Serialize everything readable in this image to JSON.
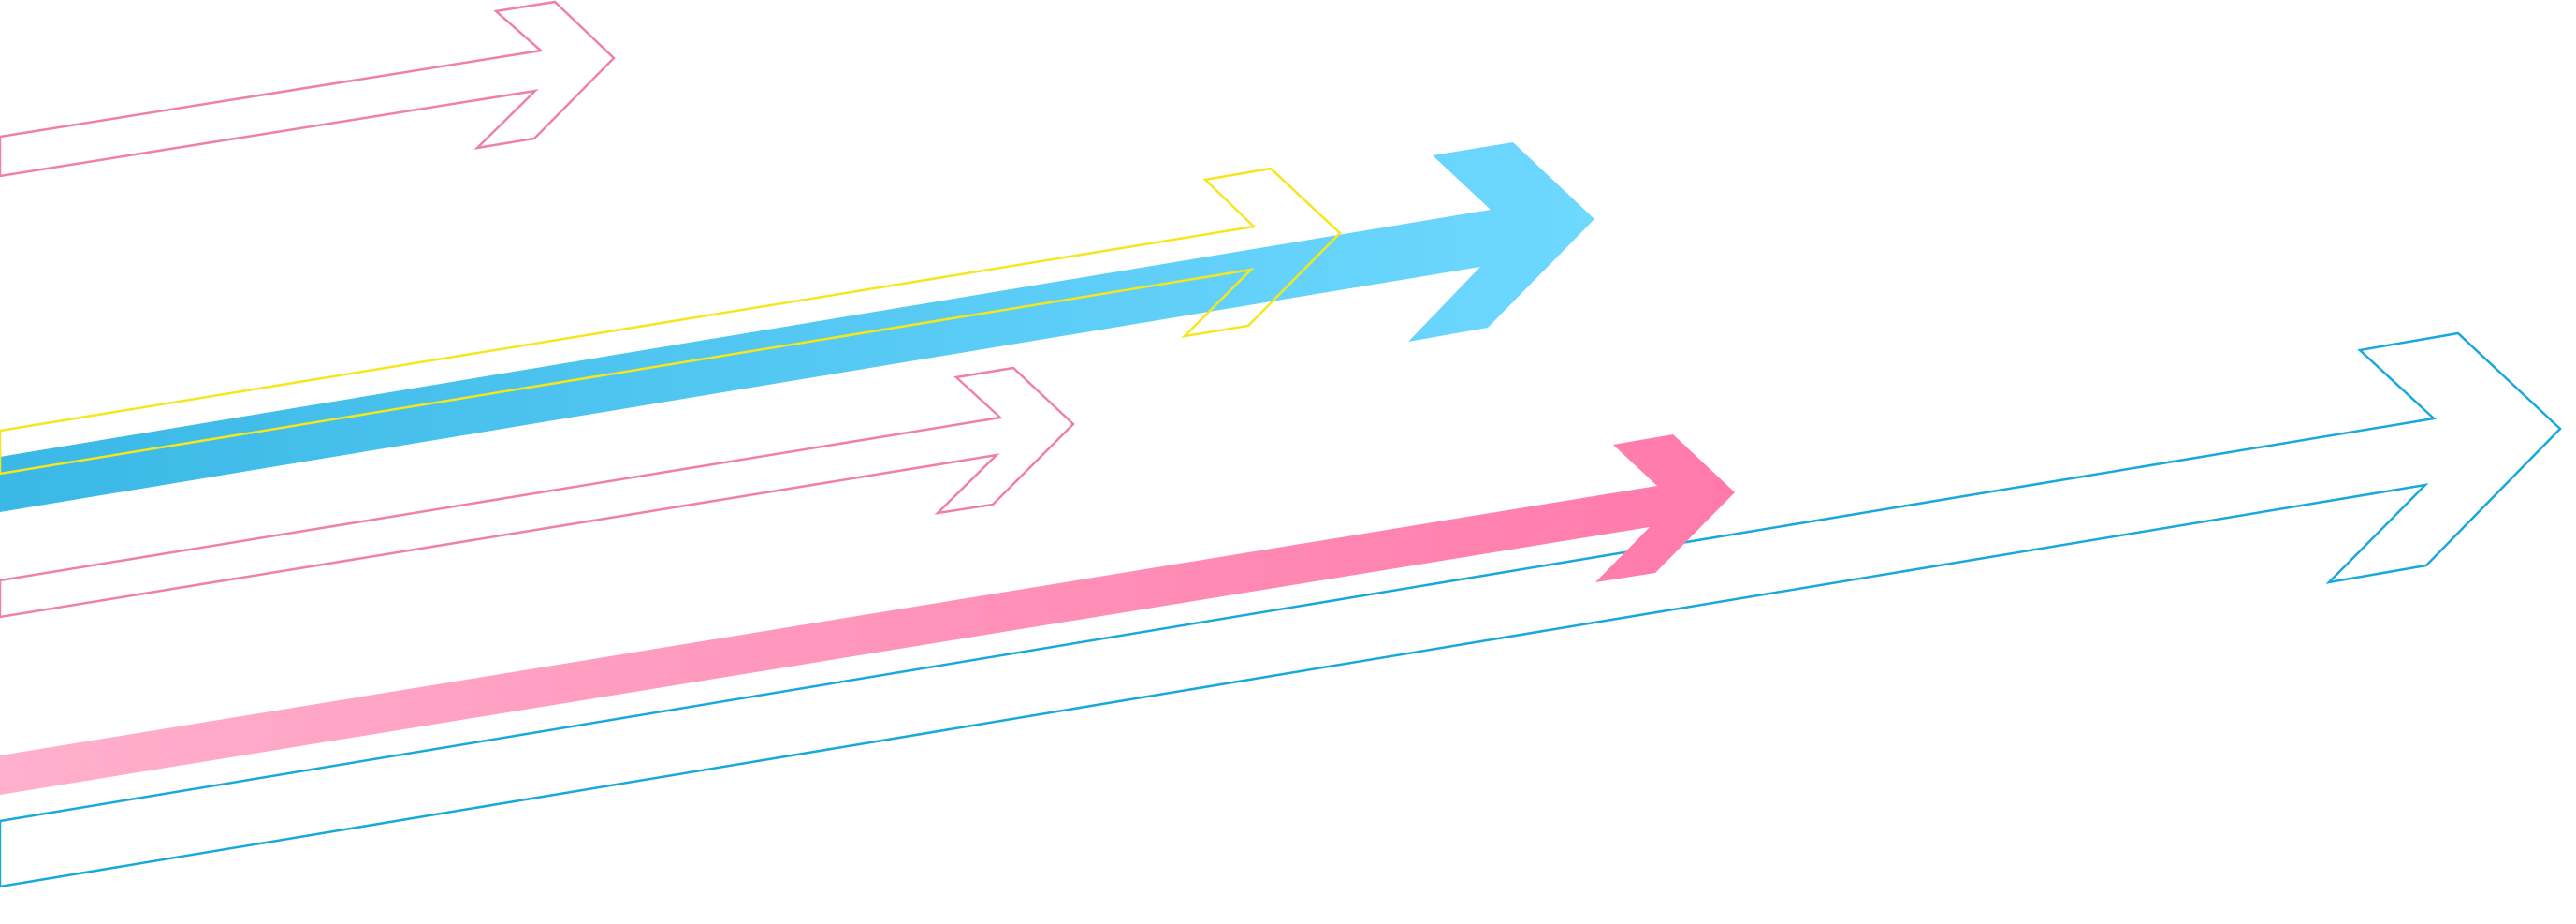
{
  "graphic": {
    "background": "#ffffff",
    "arrows": [
      {
        "id": "pink-outline-top",
        "style": "outline",
        "color": "#f080a8"
      },
      {
        "id": "blue-solid",
        "style": "solid",
        "gradient": [
          "#3ab8e6",
          "#6ed8ff"
        ]
      },
      {
        "id": "yellow-outline",
        "style": "outline",
        "color": "#f5e61e"
      },
      {
        "id": "pink-outline-middle",
        "style": "outline",
        "color": "#f080a8"
      },
      {
        "id": "pink-solid",
        "style": "solid",
        "gradient": [
          "#ffb0cc",
          "#ff7aaa"
        ]
      },
      {
        "id": "blue-outline-large",
        "style": "outline",
        "color": "#19a8dc"
      }
    ]
  }
}
